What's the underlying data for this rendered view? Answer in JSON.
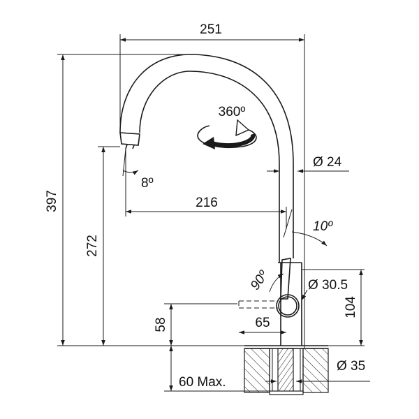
{
  "dimensions": {
    "total_width": "251",
    "total_height": "397",
    "spout_height": "272",
    "spout_reach": "216",
    "rotation": "360º",
    "pipe_diameter": "Ø 24",
    "spout_tilt": "8º",
    "handle_tilt": "10º",
    "handle_swing": "90º",
    "body_diameter": "Ø 30.5",
    "lever_length": "65",
    "body_height": "104",
    "lever_height": "58",
    "deck_thickness": "60 Max.",
    "hole_diameter": "Ø 35"
  },
  "colors": {
    "line": "#1a1a1a",
    "text": "#111111",
    "background": "#ffffff"
  }
}
